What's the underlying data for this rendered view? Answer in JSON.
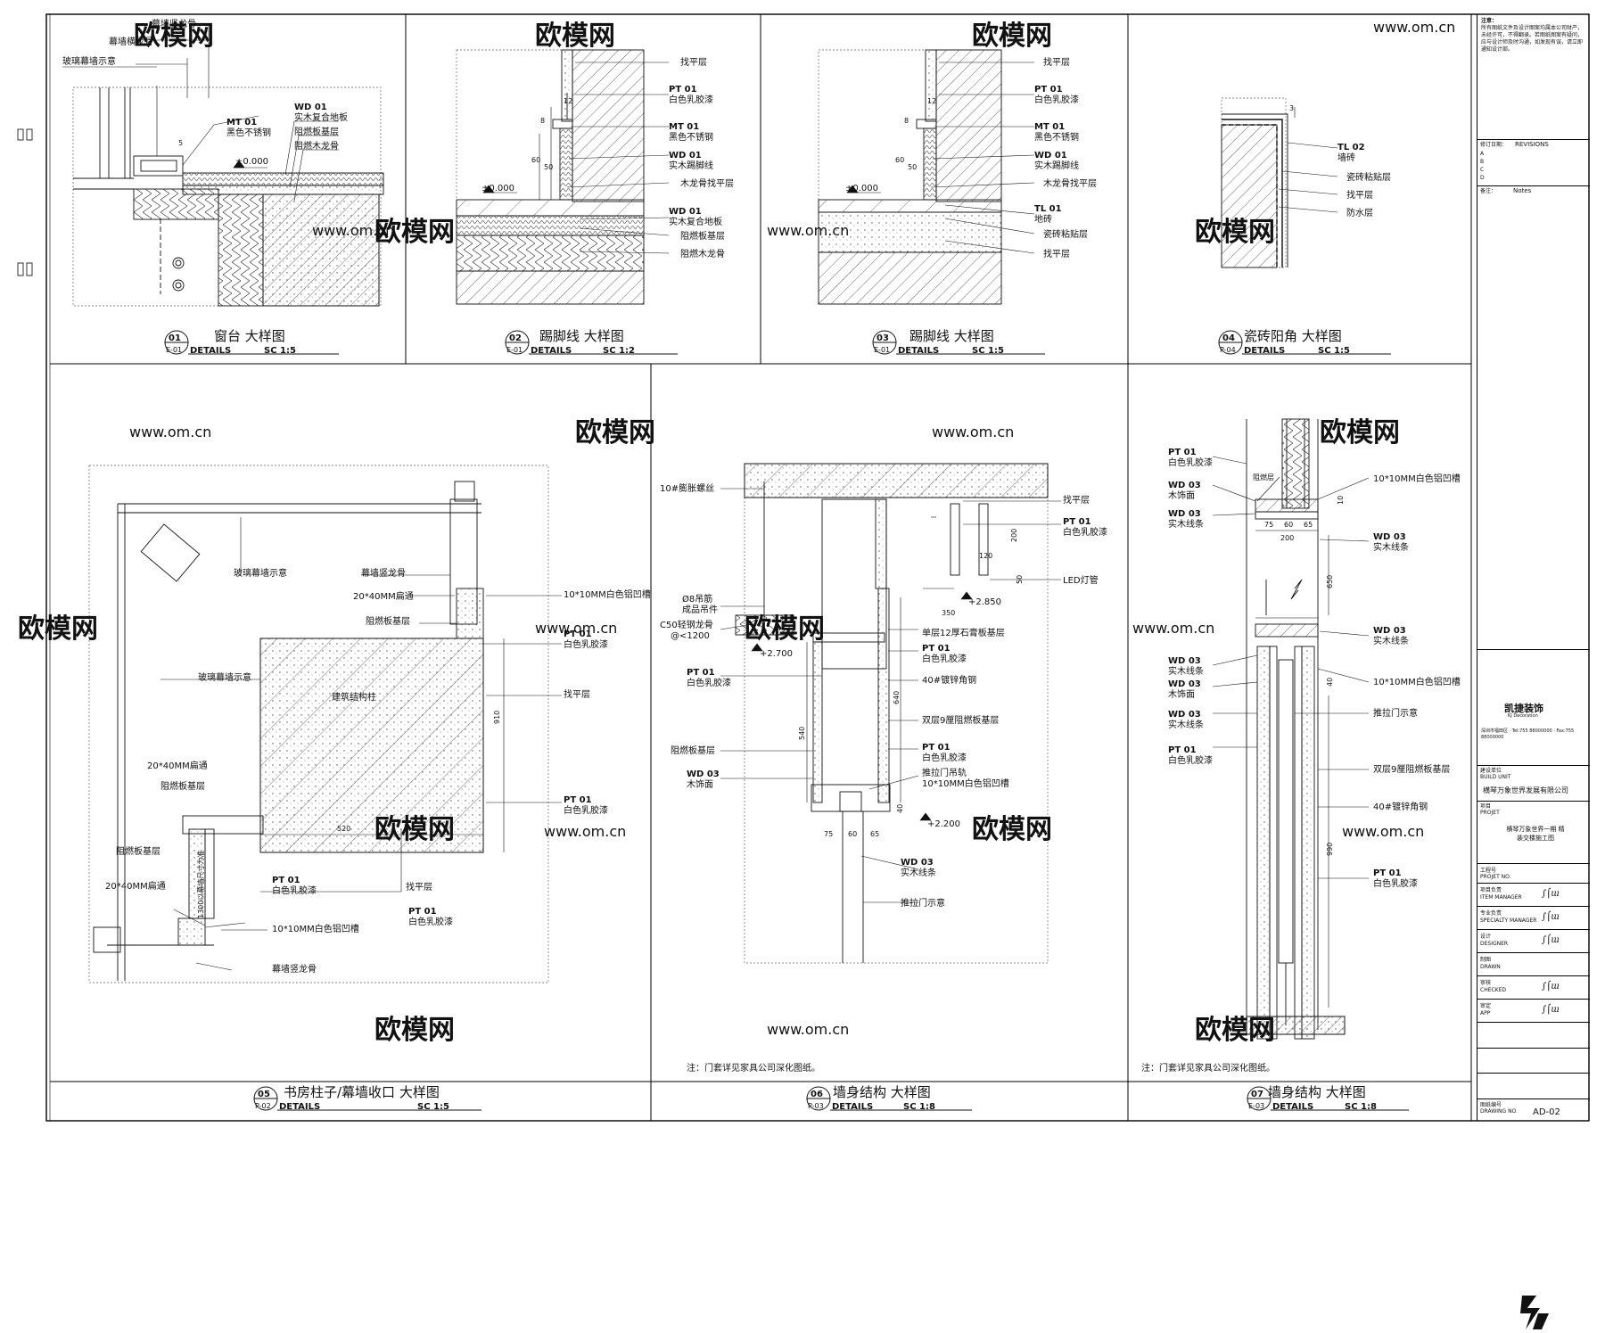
{
  "details": [
    {
      "num": "01",
      "ref": "E-01",
      "title": "窗台  大样图",
      "sub": "DETAILS",
      "scale": "SC 1:5",
      "labels": [
        "幕墙竖龙骨",
        "幕墙横龙骨",
        "玻璃幕墙示意",
        "MT 01",
        "黑色不锈钢",
        "WD 01",
        "实木复合地板",
        "阻燃板基层",
        "阻燃木龙骨",
        "±0.000",
        "5"
      ]
    },
    {
      "num": "02",
      "ref": "E-01",
      "title": "踢脚线  大样图",
      "sub": "DETAILS",
      "scale": "SC 1:2",
      "labels": [
        "找平层",
        "PT 01",
        "白色乳胶漆",
        "MT 01",
        "黑色不锈钢",
        "WD 01",
        "实木踢脚线",
        "木龙骨找平层",
        "WD 01",
        "实木复合地板",
        "阻燃板基层",
        "阻燃木龙骨",
        "±0.000",
        "12",
        "8",
        "60",
        "50"
      ]
    },
    {
      "num": "03",
      "ref": "E-01",
      "title": "踢脚线  大样图",
      "sub": "DETAILS",
      "scale": "SC 1:5",
      "labels": [
        "找平层",
        "PT 01",
        "白色乳胶漆",
        "MT 01",
        "黑色不锈钢",
        "WD 01",
        "实木踢脚线",
        "木龙骨找平层",
        "TL 01",
        "地砖",
        "瓷砖粘贴层",
        "找平层",
        "±0.000",
        "12",
        "8",
        "60",
        "50"
      ]
    },
    {
      "num": "04",
      "ref": "P-04",
      "title": "瓷砖阳角  大样图",
      "sub": "DETAILS",
      "scale": "SC 1:5",
      "labels": [
        "TL 02",
        "墙砖",
        "瓷砖粘贴层",
        "找平层",
        "防水层",
        "3"
      ]
    },
    {
      "num": "05",
      "ref": "P-02",
      "title": "书房柱子/幕墙收口  大样图",
      "sub": "DETAILS",
      "scale": "SC 1:5",
      "labels": [
        "玻璃幕墙示意",
        "幕墙竖龙骨",
        "20*40MM扁通",
        "10*10MM白色铝凹槽",
        "阻燃板基层",
        "PT 01",
        "白色乳胶漆",
        "玻璃幕墙示意",
        "建筑结构柱",
        "找平层",
        "PT 01",
        "白色乳胶漆",
        "20*40MM扁通",
        "阻燃板基层",
        "阻燃板基层",
        "20*40MM扁通",
        "PT 01",
        "白色乳胶漆",
        "找平层",
        "PT 01",
        "白色乳胶漆",
        "10*10MM白色铝凹槽",
        "幕墙竖龙骨",
        "910",
        "520",
        "1300以幕墙尺寸为准"
      ]
    },
    {
      "num": "06",
      "ref": "P-03",
      "title": "墙身结构  大样图",
      "sub": "DETAILS",
      "scale": "SC 1:8",
      "labels": [
        "10#膨胀螺丝",
        "Ø8吊筋",
        "成品吊件",
        "C50轻钢龙骨",
        "@<1200",
        "+2.700",
        "PT 01",
        "白色乳胶漆",
        "阻燃板基层",
        "WD 03",
        "木饰面",
        "找平层",
        "PT 01",
        "白色乳胶漆",
        "LED灯管",
        "+2.850",
        "单层12厚石膏板基层",
        "PT 01",
        "白色乳胶漆",
        "40#镀锌角钢",
        "双层9厘阻燃板基层",
        "PT 01",
        "白色乳胶漆",
        "推拉门吊轨",
        "10*10MM白色铝凹槽",
        "+2.200",
        "WD 03",
        "实木线条",
        "推拉门示意",
        "200",
        "120",
        "350",
        "50",
        "640",
        "540",
        "40",
        "75",
        "60",
        "65"
      ]
    },
    {
      "num": "07",
      "ref": "E-03",
      "title": "墙身结构  大样图",
      "sub": "DETAILS",
      "scale": "SC 1:8",
      "labels": [
        "PT 01",
        "白色乳胶漆",
        "WD 03",
        "木饰面",
        "WD 03",
        "实木线条",
        "阻燃层",
        "10*10MM白色铝凹槽",
        "WD 03",
        "实木线条",
        "WD 03",
        "实木线条",
        "WD 03",
        "实木线条",
        "WD 03",
        "木饰面",
        "WD 03",
        "实木线条",
        "PT 01",
        "白色乳胶漆",
        "10*10MM白色铝凹槽",
        "推拉门示意",
        "双层9厘阻燃板基层",
        "40#镀锌角钢",
        "PT 01",
        "白色乳胶漆",
        "200",
        "75",
        "60",
        "65",
        "40",
        "10",
        "650",
        "990"
      ]
    }
  ],
  "notes": [
    {
      "text": "注：门套详见家具公司深化图纸。"
    },
    {
      "text": "注：门套详见家具公司深化图纸。"
    }
  ],
  "titleblock": {
    "notes_head": "注意：",
    "notes_body": "所有图纸文件及设计图案均属本公司财产，未经许可，不得翻录。若图纸图案有疑问，应与设计师及时沟通，如发现有误，请立即通知设计部。",
    "revisions_label": "修订日期：",
    "revisions": "REVISIONS",
    "rev_letters": [
      "A",
      "B",
      "C",
      "D"
    ],
    "notes_label": "备注：",
    "notes_en": "Notes",
    "company_cn": "凯捷装饰",
    "company_en": "KJ Decoration",
    "company_info": "深圳市福田区 · Tel:755 88000000 · Fax:755 88000000",
    "build_unit_label": "建设单位",
    "build_unit_en": "BUILD UNIT",
    "build_unit": "横琴万象世界发展有限公司",
    "project_label": "项目",
    "project_en": "PROJET",
    "project": "横琴万象世界一期 精装交楼施工图",
    "project_no_label": "工程号",
    "project_no_en": "PROJET NO.",
    "roles": [
      {
        "cn": "项目负责",
        "en": "ITEM MANAGER"
      },
      {
        "cn": "专业负责",
        "en": "SPECIALTY MANAGER"
      },
      {
        "cn": "设计",
        "en": "DESIGNER"
      },
      {
        "cn": "制图",
        "en": "DRAWN"
      },
      {
        "cn": "审核",
        "en": "CHECKED"
      },
      {
        "cn": "审定",
        "en": "APP"
      }
    ],
    "drawing_no_label": "图纸编号",
    "drawing_no_en": "DRAWING NO.",
    "drawing_no": "AD-02"
  },
  "watermark": {
    "cn": "欧模网",
    "url": "www.om.cn"
  }
}
